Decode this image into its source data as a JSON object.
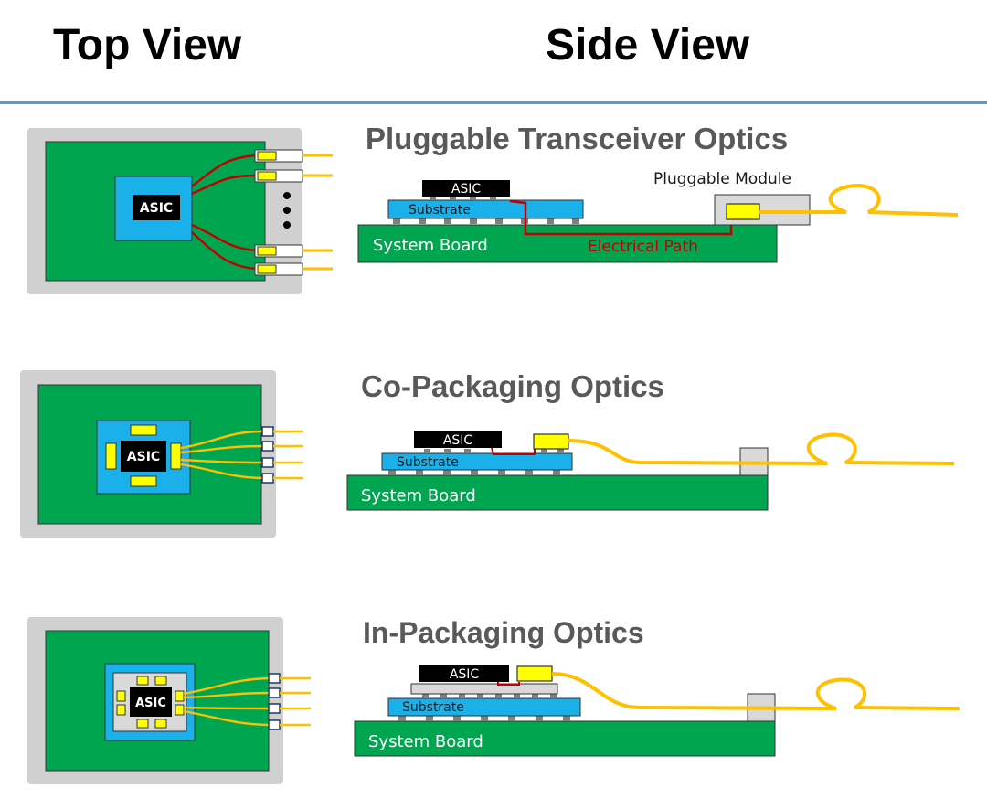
{
  "headers": {
    "top_view": "Top View",
    "side_view": "Side View"
  },
  "sections": [
    {
      "title": "Pluggable Transceiver Optics",
      "asic_top": "ASIC",
      "asic_side": "ASIC",
      "substrate": "Substrate",
      "board": "System Board",
      "module": "Pluggable Module",
      "path": "Electrical Path"
    },
    {
      "title": "Co-Packaging Optics",
      "asic_top": "ASIC",
      "asic_side": "ASIC",
      "substrate": "Substrate",
      "board": "System Board"
    },
    {
      "title": "In-Packaging Optics",
      "asic_top": "ASIC",
      "asic_side": "ASIC",
      "substrate": "Substrate",
      "board": "System Board"
    }
  ],
  "colors": {
    "board": "#00a550",
    "substrate": "#1ab0ea",
    "asic": "#000000",
    "optic": "#ffff00",
    "fiber": "#ffc000",
    "electrical": "#c00000",
    "frame": "#cfcfcf",
    "header_rule": "#5b9bd5"
  }
}
